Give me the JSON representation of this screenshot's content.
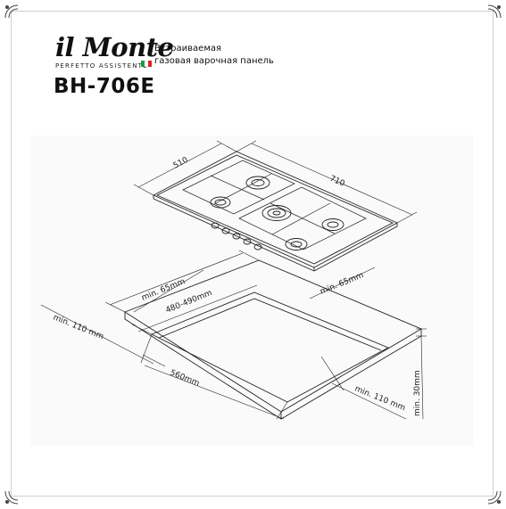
{
  "brand": {
    "logo_text": "il Monte",
    "tagline": "PERFETTO ASSISTENTE",
    "flag_colors": [
      "#1c9a48",
      "#ffffff",
      "#d8262c"
    ]
  },
  "product": {
    "type_line_1": "Встраиваемая",
    "type_line_2": "газовая варочная панель",
    "model": "BH-706E"
  },
  "dimensions": {
    "depth": "510",
    "width": "710",
    "min_back": "min. 65mm",
    "cutout_depth": "480-490mm",
    "min_right": "min. 65mm",
    "min_left": "min. 110 mm",
    "cutout_width": "560mm",
    "min_front": "min. 110 mm",
    "min_bottom": "min. 30mm"
  },
  "colors": {
    "line": "#222222",
    "frame": "#cfcfcf"
  }
}
